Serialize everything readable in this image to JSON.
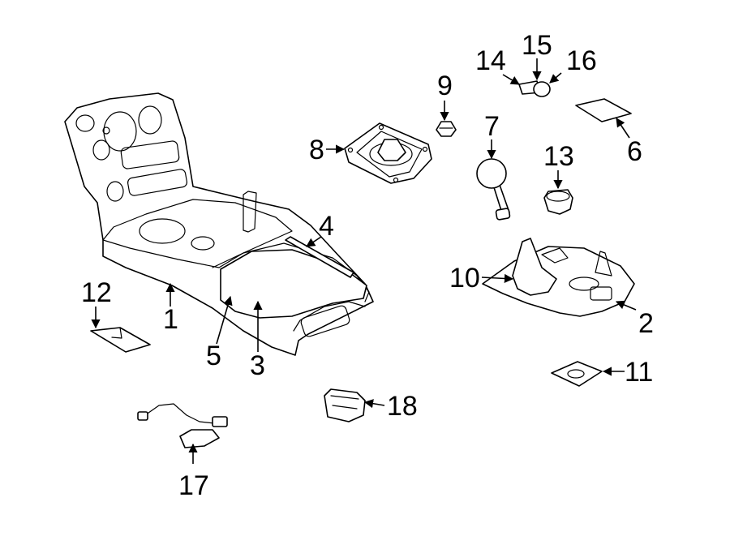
{
  "diagram": {
    "callouts": [
      {
        "id": "1",
        "text": "1"
      },
      {
        "id": "2",
        "text": "2"
      },
      {
        "id": "3",
        "text": "3"
      },
      {
        "id": "4",
        "text": "4"
      },
      {
        "id": "5",
        "text": "5"
      },
      {
        "id": "6",
        "text": "6"
      },
      {
        "id": "7",
        "text": "7"
      },
      {
        "id": "8",
        "text": "8"
      },
      {
        "id": "9",
        "text": "9"
      },
      {
        "id": "10",
        "text": "10"
      },
      {
        "id": "11",
        "text": "11"
      },
      {
        "id": "12",
        "text": "12"
      },
      {
        "id": "13",
        "text": "13"
      },
      {
        "id": "14",
        "text": "14"
      },
      {
        "id": "15",
        "text": "15"
      },
      {
        "id": "16",
        "text": "16"
      },
      {
        "id": "17",
        "text": "17"
      },
      {
        "id": "18",
        "text": "18"
      }
    ],
    "colors": {
      "line": "#000000",
      "background": "#ffffff",
      "shade": "#d9d9d9"
    }
  }
}
